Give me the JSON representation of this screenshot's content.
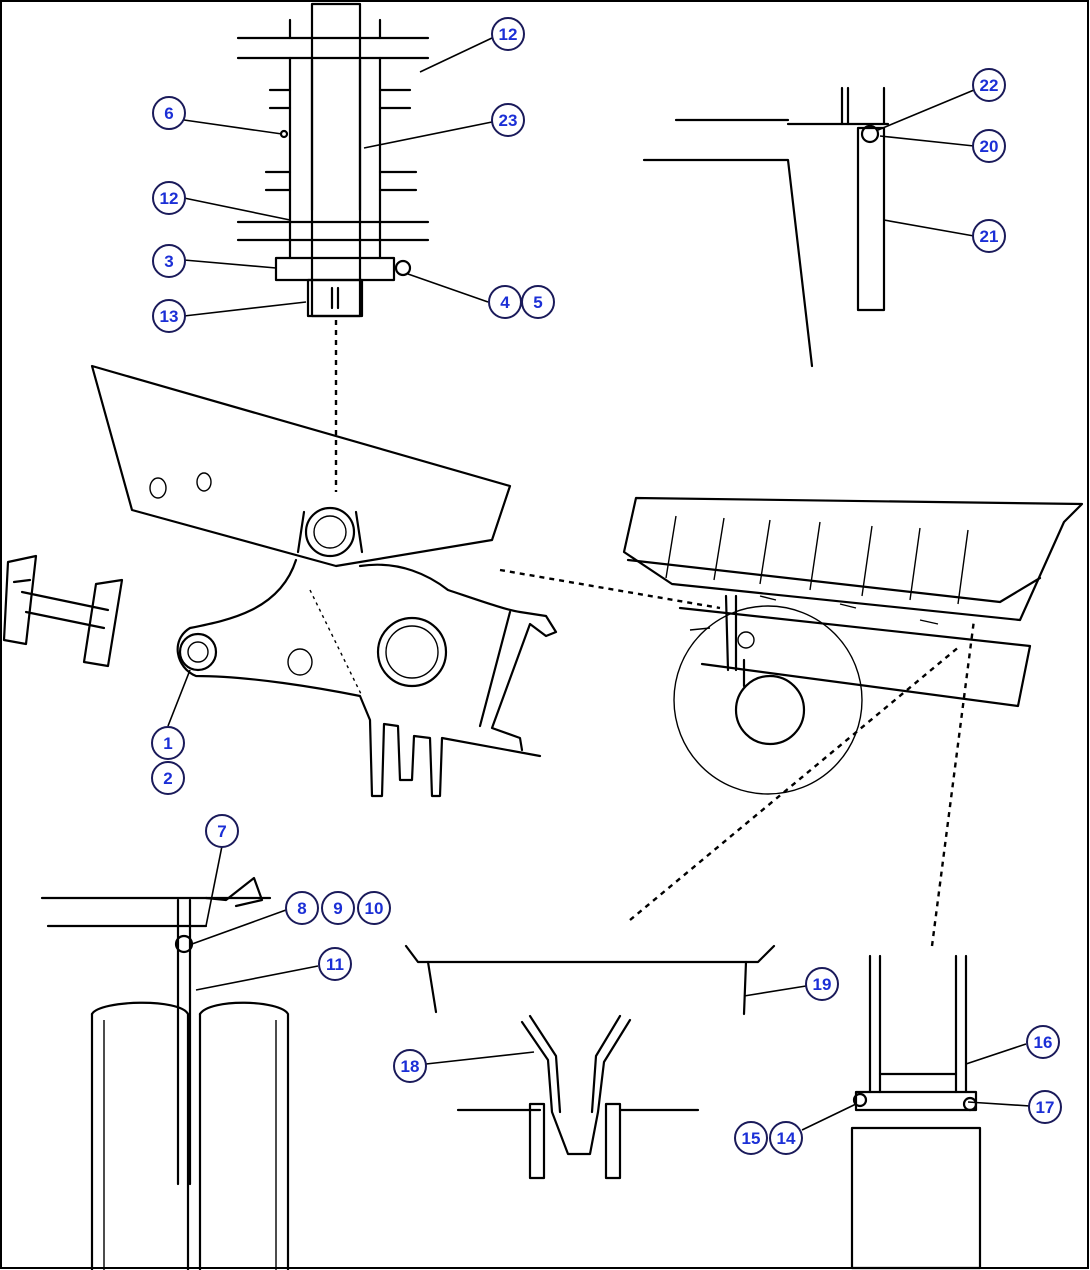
{
  "callouts": [
    {
      "id": "c12a",
      "label": "12"
    },
    {
      "id": "c6",
      "label": "6"
    },
    {
      "id": "c23",
      "label": "23"
    },
    {
      "id": "c12b",
      "label": "12"
    },
    {
      "id": "c3",
      "label": "3"
    },
    {
      "id": "c4",
      "label": "4"
    },
    {
      "id": "c5",
      "label": "5"
    },
    {
      "id": "c13",
      "label": "13"
    },
    {
      "id": "c22",
      "label": "22"
    },
    {
      "id": "c20",
      "label": "20"
    },
    {
      "id": "c21",
      "label": "21"
    },
    {
      "id": "c1",
      "label": "1"
    },
    {
      "id": "c2",
      "label": "2"
    },
    {
      "id": "c7",
      "label": "7"
    },
    {
      "id": "c8",
      "label": "8"
    },
    {
      "id": "c9",
      "label": "9"
    },
    {
      "id": "c10",
      "label": "10"
    },
    {
      "id": "c11",
      "label": "11"
    },
    {
      "id": "c19",
      "label": "19"
    },
    {
      "id": "c18",
      "label": "18"
    },
    {
      "id": "c16",
      "label": "16"
    },
    {
      "id": "c17",
      "label": "17"
    },
    {
      "id": "c15",
      "label": "15"
    },
    {
      "id": "c14",
      "label": "14"
    }
  ],
  "colors": {
    "callout_text": "#1b2fd6",
    "callout_border": "#1a1a5a",
    "line": "#000000",
    "background": "#ffffff"
  }
}
